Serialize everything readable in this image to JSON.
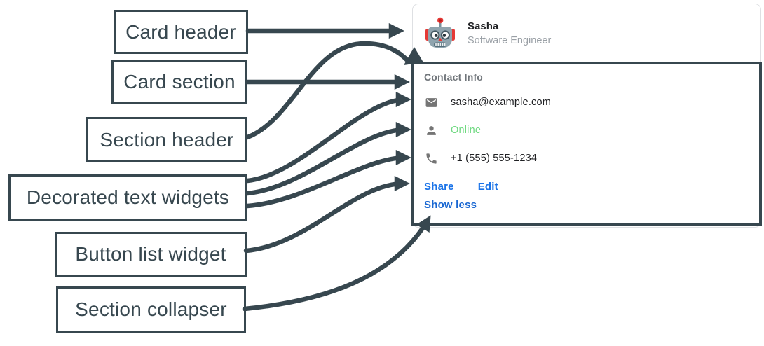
{
  "diagram": {
    "labels": {
      "card_header": "Card header",
      "card_section": "Card section",
      "section_header": "Section header",
      "decorated_text_widgets": "Decorated text widgets",
      "button_list_widget": "Button list widget",
      "section_collapser": "Section collapser"
    }
  },
  "card": {
    "header": {
      "avatar_icon": "robot-avatar-icon",
      "name": "Sasha",
      "role": "Software Engineer"
    },
    "section": {
      "title": "Contact Info",
      "rows": [
        {
          "icon": "email-icon",
          "text": "sasha@example.com"
        },
        {
          "icon": "person-icon",
          "text": "Online"
        },
        {
          "icon": "phone-icon",
          "text": "+1 (555) 555-1234"
        }
      ],
      "buttons": [
        {
          "label": "Share"
        },
        {
          "label": "Edit"
        }
      ],
      "collapser_label": "Show less"
    }
  },
  "colors": {
    "annotation_dark": "#37474F",
    "link_blue": "#1A73E8",
    "collapser_blue": "#1967D2",
    "online_green": "#6FD981",
    "icon_gray": "#757575",
    "title_gray": "#70757A",
    "subtitle_gray": "#9AA0A6",
    "text_dark": "#202124",
    "card_border": "#DEE0E3"
  }
}
